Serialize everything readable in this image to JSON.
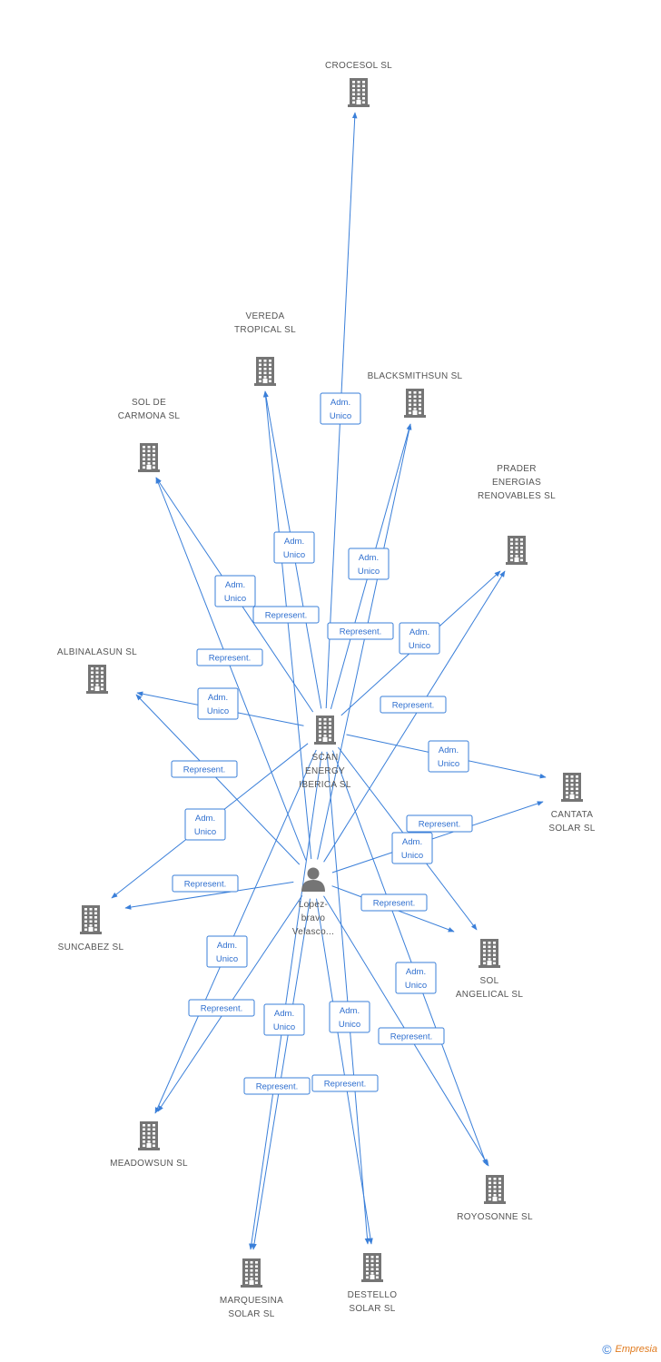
{
  "colors": {
    "edge": "#3a7fd9",
    "icon": "#757575",
    "label": "#555555",
    "brand": "#e07b1f"
  },
  "footer": {
    "copyright": "©",
    "brand": "Empresia"
  },
  "nodes": [
    {
      "id": "crocesol",
      "kind": "company",
      "lines": [
        "CROCESOL SL"
      ]
    },
    {
      "id": "vereda",
      "kind": "company",
      "lines": [
        "VEREDA",
        "TROPICAL SL"
      ]
    },
    {
      "id": "blacksmithsun",
      "kind": "company",
      "lines": [
        "BLACKSMITHSUN SL"
      ]
    },
    {
      "id": "soldecarmona",
      "kind": "company",
      "lines": [
        "SOL DE",
        "CARMONA SL"
      ]
    },
    {
      "id": "prader",
      "kind": "company",
      "lines": [
        "PRADER",
        "ENERGIAS",
        "RENOVABLES SL"
      ]
    },
    {
      "id": "albinalasun",
      "kind": "company",
      "lines": [
        "ALBINALASUN SL"
      ]
    },
    {
      "id": "scan",
      "kind": "company",
      "lines": [
        "SCAN",
        "ENERGY",
        "IBERICA SL"
      ]
    },
    {
      "id": "cantata",
      "kind": "company",
      "lines": [
        "CANTATA",
        "SOLAR SL"
      ]
    },
    {
      "id": "person",
      "kind": "person",
      "lines": [
        "Lopez-",
        "bravo",
        "Velasco..."
      ]
    },
    {
      "id": "suncabez",
      "kind": "company",
      "lines": [
        "SUNCABEZ SL"
      ]
    },
    {
      "id": "solangelical",
      "kind": "company",
      "lines": [
        "SOL",
        "ANGELICAL SL"
      ]
    },
    {
      "id": "meadowsun",
      "kind": "company",
      "lines": [
        "MEADOWSUN SL"
      ]
    },
    {
      "id": "royosonne",
      "kind": "company",
      "lines": [
        "ROYOSONNE SL"
      ]
    },
    {
      "id": "marquesina",
      "kind": "company",
      "lines": [
        "MARQUESINA",
        "SOLAR SL"
      ]
    },
    {
      "id": "destello",
      "kind": "company",
      "lines": [
        "DESTELLO",
        "SOLAR SL"
      ]
    }
  ],
  "edges": [
    {
      "from": "scan",
      "to": "crocesol",
      "label": [
        "Adm.",
        "Unico"
      ]
    },
    {
      "from": "scan",
      "to": "vereda",
      "label": [
        "Adm.",
        "Unico"
      ]
    },
    {
      "from": "person",
      "to": "vereda",
      "label": [
        "Represent."
      ]
    },
    {
      "from": "scan",
      "to": "blacksmithsun",
      "label": [
        "Adm.",
        "Unico"
      ]
    },
    {
      "from": "person",
      "to": "blacksmithsun",
      "label": [
        "Represent."
      ]
    },
    {
      "from": "scan",
      "to": "soldecarmona",
      "label": [
        "Adm.",
        "Unico"
      ]
    },
    {
      "from": "person",
      "to": "soldecarmona",
      "label": [
        "Represent."
      ]
    },
    {
      "from": "scan",
      "to": "prader",
      "label": [
        "Adm.",
        "Unico"
      ]
    },
    {
      "from": "person",
      "to": "prader",
      "label": [
        "Represent."
      ]
    },
    {
      "from": "scan",
      "to": "albinalasun",
      "label": [
        "Adm.",
        "Unico"
      ]
    },
    {
      "from": "person",
      "to": "albinalasun",
      "label": [
        "Represent."
      ]
    },
    {
      "from": "scan",
      "to": "cantata",
      "label": [
        "Adm.",
        "Unico"
      ]
    },
    {
      "from": "person",
      "to": "cantata",
      "label": [
        "Represent."
      ]
    },
    {
      "from": "scan",
      "to": "suncabez",
      "label": [
        "Adm.",
        "Unico"
      ]
    },
    {
      "from": "person",
      "to": "suncabez",
      "label": [
        "Represent."
      ]
    },
    {
      "from": "scan",
      "to": "solangelical",
      "label": [
        "Adm.",
        "Unico"
      ]
    },
    {
      "from": "person",
      "to": "solangelical",
      "label": [
        "Represent."
      ]
    },
    {
      "from": "scan",
      "to": "meadowsun",
      "label": [
        "Adm.",
        "Unico"
      ]
    },
    {
      "from": "person",
      "to": "meadowsun",
      "label": [
        "Represent."
      ]
    },
    {
      "from": "scan",
      "to": "royosonne",
      "label": [
        "Adm.",
        "Unico"
      ]
    },
    {
      "from": "person",
      "to": "royosonne",
      "label": [
        "Represent."
      ]
    },
    {
      "from": "scan",
      "to": "marquesina",
      "label": [
        "Adm.",
        "Unico"
      ]
    },
    {
      "from": "person",
      "to": "marquesina",
      "label": [
        "Represent."
      ]
    },
    {
      "from": "scan",
      "to": "destello",
      "label": [
        "Adm.",
        "Unico"
      ]
    },
    {
      "from": "person",
      "to": "destello",
      "label": [
        "Represent."
      ]
    }
  ]
}
